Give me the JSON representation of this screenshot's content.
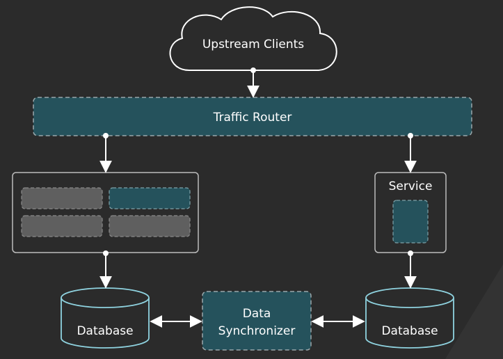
{
  "diagram": {
    "clients": {
      "label": "Upstream Clients"
    },
    "router": {
      "label": "Traffic Router"
    },
    "service": {
      "label": "Service"
    },
    "database_left": {
      "label": "Database"
    },
    "database_right": {
      "label": "Database"
    },
    "synchronizer": {
      "line1": "Data",
      "line2": "Synchronizer"
    }
  },
  "colors": {
    "background": "#2b2b2b",
    "teal_fill": "#25525c",
    "gray_fill": "#5f5f5f",
    "stroke": "#bdbdbd",
    "db_stroke": "#8fd3e0",
    "text": "#ffffff"
  }
}
